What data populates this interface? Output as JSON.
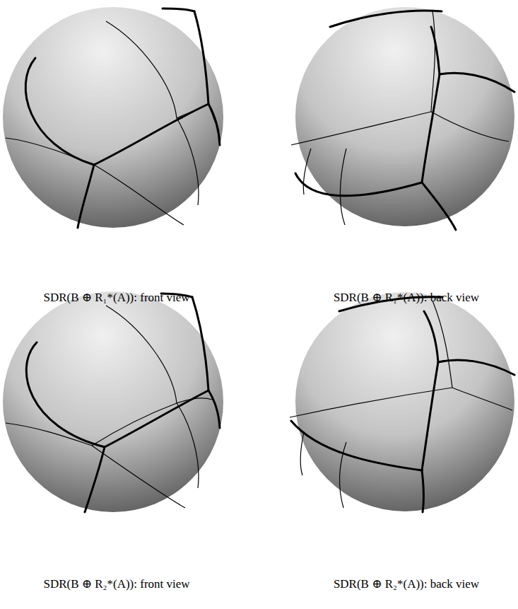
{
  "diagram": {
    "labels": [
      "SDR(B ⊕ R₁*(A)): front view",
      "SDR(B ⊕ R₁*(A)): back view",
      "SDR(B ⊕ R₂*(A)): front view",
      "SDR(B ⊕ R₂*(A)): back view"
    ]
  }
}
